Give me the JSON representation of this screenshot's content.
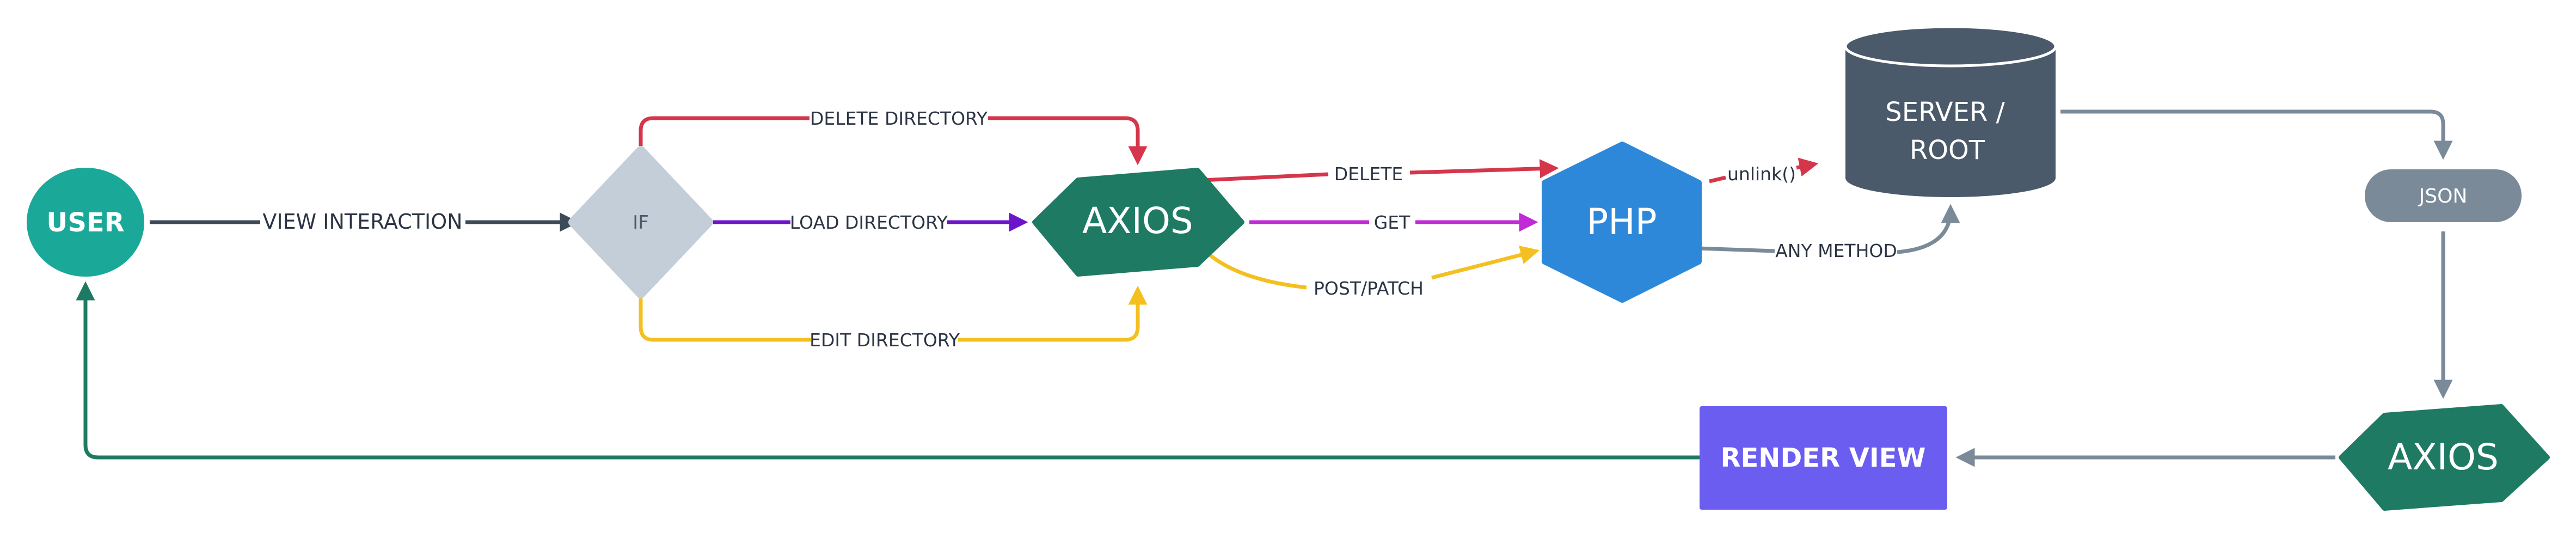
{
  "colors": {
    "teal": "#1aa998",
    "dark_teal": "#1f7a63",
    "blue": "#2d88da",
    "slate": "#4b5a6a",
    "gray": "#7b8a99",
    "light_gray": "#c4ced8",
    "purple": "#6a5df0",
    "red": "#d5364b",
    "violet": "#6d16c9",
    "magenta": "#c02bd6",
    "yellow": "#f4c021",
    "dark_line": "#3d4a58"
  },
  "nodes": {
    "user": "USER",
    "if": "IF",
    "axios_main": "AXIOS",
    "php": "PHP",
    "server_line1": "SERVER /",
    "server_line2": "ROOT",
    "json": "JSON",
    "axios_return": "AXIOS",
    "render_view": "RENDER VIEW"
  },
  "edges": {
    "view_interaction": "VIEW INTERACTION",
    "delete_directory": "DELETE DIRECTORY",
    "load_directory": "LOAD DIRECTORY",
    "edit_directory": "EDIT DIRECTORY",
    "delete": "DELETE",
    "get": "GET",
    "post_patch": "POST/PATCH",
    "unlink": "unlink()",
    "any_method": "ANY METHOD"
  }
}
